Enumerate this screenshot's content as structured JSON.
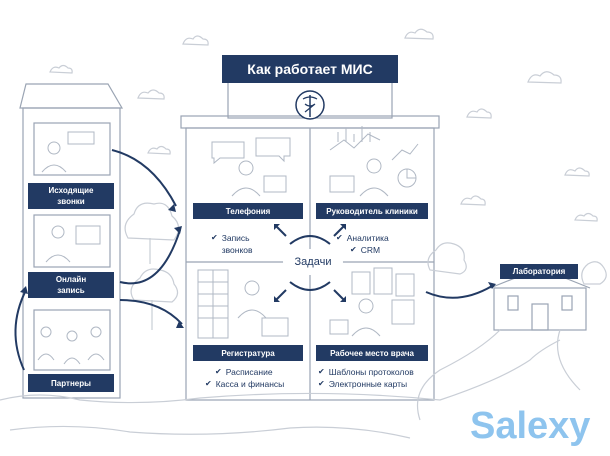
{
  "title": "Как работает МИС",
  "left_labels": {
    "outgoing": [
      "Исходящие",
      "звонки"
    ],
    "online": [
      "Онлайн",
      "запись"
    ],
    "partners": "Партнеры"
  },
  "panels": {
    "telephony": {
      "title": "Телефония",
      "items": [
        "Запись",
        "звонков"
      ]
    },
    "head": {
      "title": "Руководитель клиники",
      "items": [
        "Аналитика",
        "CRM"
      ]
    },
    "registry": {
      "title": "Регистратура",
      "items": [
        "Расписание",
        "Касса и финансы"
      ]
    },
    "doctor": {
      "title": "Рабочее место врача",
      "items": [
        "Шаблоны протоколов",
        "Электронные карты"
      ]
    }
  },
  "center": "Задачи",
  "lab": "Лаборатория",
  "watermark": "Salexy",
  "icons": [
    "caduceus-icon",
    "checkmark-icon",
    "arrow-icon"
  ],
  "colors": {
    "navy": "#223a63",
    "line": "#b8c0cc",
    "watermark": "#8ec4ee"
  }
}
